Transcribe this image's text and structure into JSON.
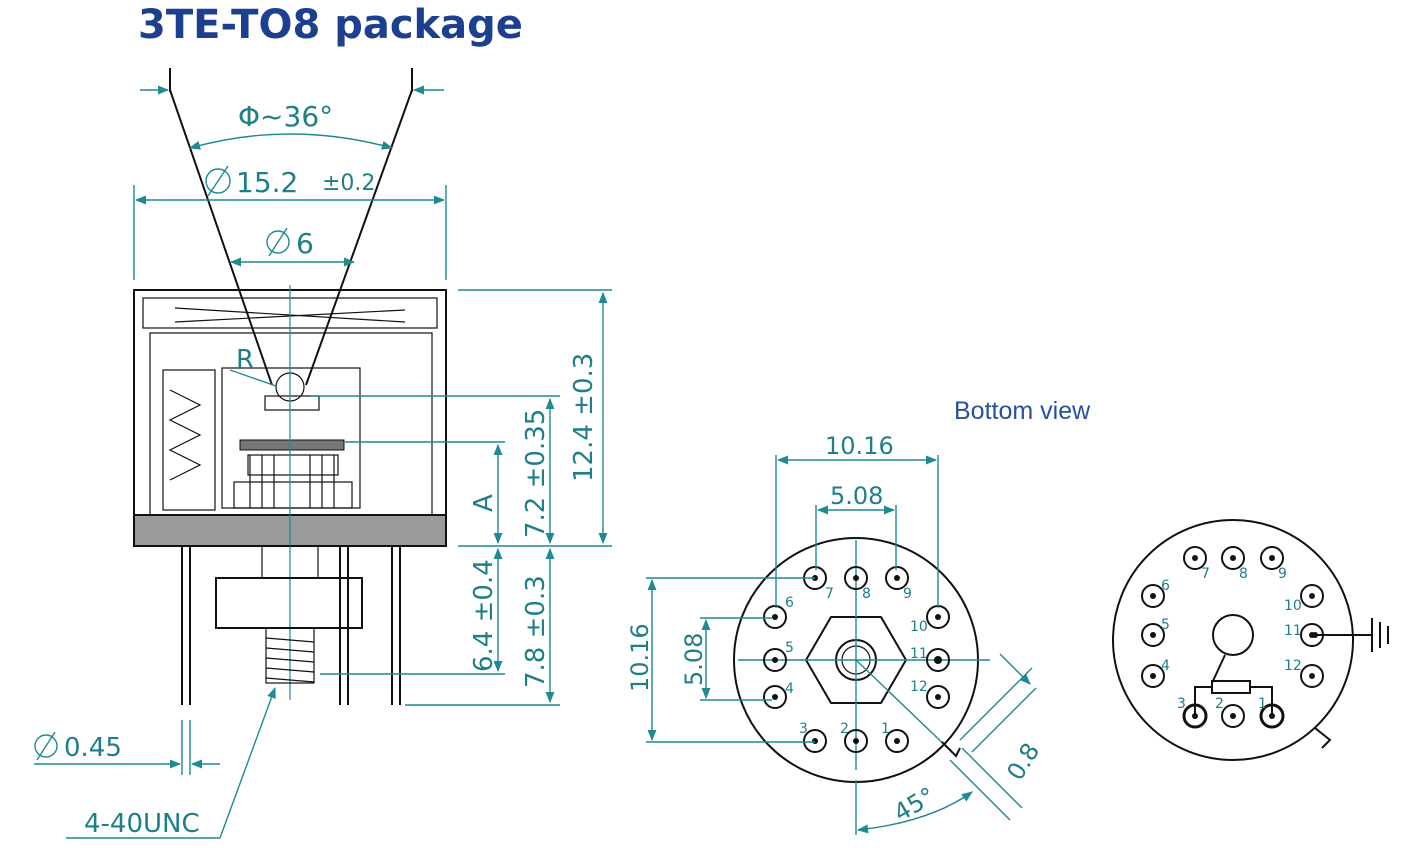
{
  "title": "3TE-TO8 package",
  "bottom_view_label": "Bottom view",
  "side_view": {
    "angle_label": "Φ~36°",
    "outer_diameter": "15.2",
    "outer_tol": "±0.2",
    "window_diameter": "6",
    "radius_label": "R",
    "height_total": "12.4 ±0.3",
    "height_inner": "7.2 ±0.35",
    "dim_a": "A",
    "pin_length_a": "6.4 ±0.4",
    "pin_length_b": "7.8 ±0.3",
    "pin_diameter": "0.45",
    "thread": "4-40UNC"
  },
  "pin_view": {
    "spacing_outer": "10.16",
    "spacing_inner": "5.08",
    "vert_outer": "10.16",
    "vert_inner": "5.08",
    "angle": "45°",
    "tab": "0.8",
    "pins": [
      "1",
      "2",
      "3",
      "4",
      "5",
      "6",
      "7",
      "8",
      "9",
      "10",
      "11",
      "12"
    ]
  },
  "schematic": {
    "pins": [
      "1",
      "2",
      "3",
      "4",
      "5",
      "6",
      "7",
      "8",
      "9",
      "10",
      "11",
      "12"
    ]
  },
  "colors": {
    "title": "#1d3f8f",
    "dimension": "#1f8a90",
    "line": "#111111"
  }
}
